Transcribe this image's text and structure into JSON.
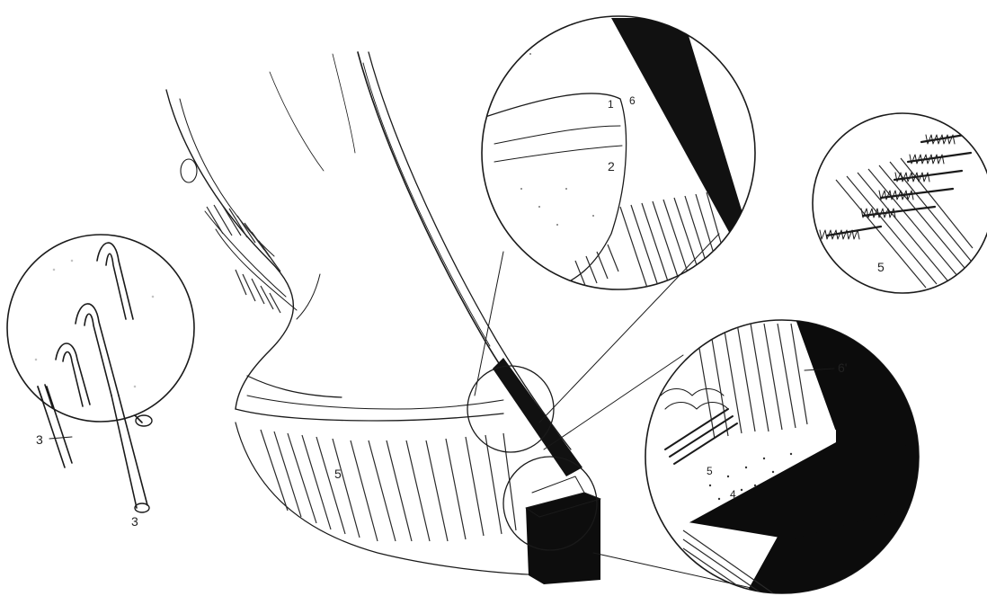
{
  "figure": {
    "labels": {
      "tubule_tip": "3",
      "tubule_bottom": "3",
      "top_inset_1": "1",
      "top_inset_6": "6",
      "top_inset_2": "2",
      "right_inset_5": "5",
      "main_wall_5": "5",
      "lower_inset_6prime": "6'",
      "lower_inset_5": "5",
      "lower_inset_4": "4"
    }
  }
}
